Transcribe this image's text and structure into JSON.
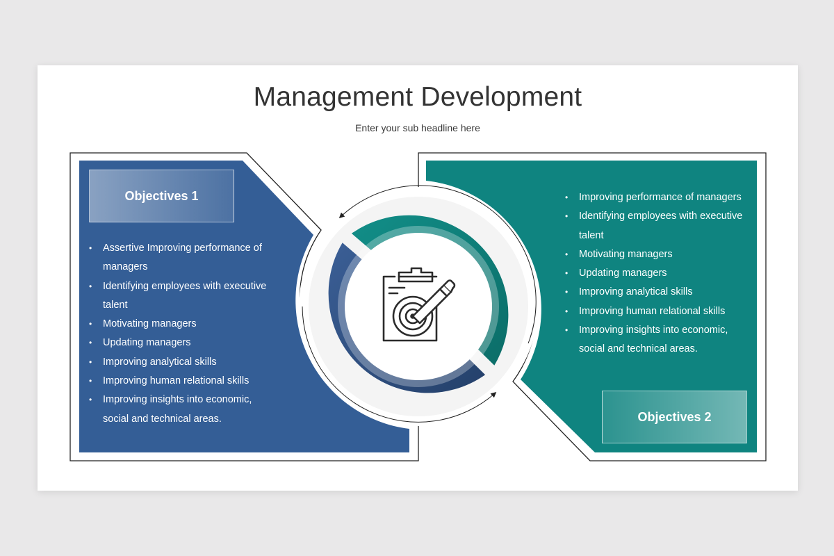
{
  "title": "Management Development",
  "subtitle": "Enter your sub headline here",
  "colors": {
    "background": "#e9e8e9",
    "slide": "#ffffff",
    "blue": "#345e96",
    "teal": "#0f8480",
    "text": "#333333"
  },
  "objectives": [
    {
      "label": "Objectives 1",
      "items": [
        "Assertive Improving performance of managers",
        "Identifying employees with executive talent",
        "Motivating managers",
        "Updating managers",
        "Improving analytical skills",
        "Improving human relational skills",
        "Improving insights into economic, social and technical areas."
      ]
    },
    {
      "label": "Objectives 2",
      "items": [
        "Improving performance of managers",
        "Identifying employees with executive talent",
        "Motivating managers",
        "Updating managers",
        "Improving analytical skills",
        "Improving human relational skills",
        "Improving insights into economic, social and technical areas."
      ]
    }
  ],
  "center_icon": "clipboard-target-pencil-icon"
}
